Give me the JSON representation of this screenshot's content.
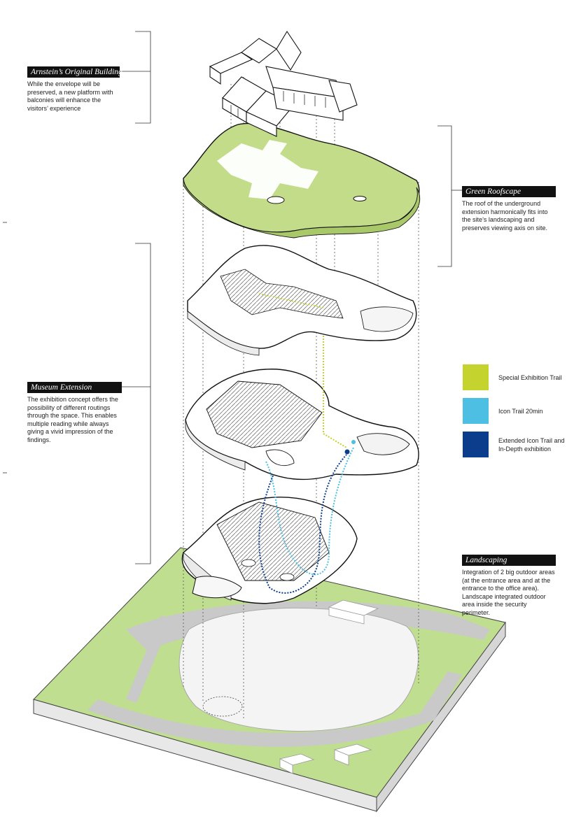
{
  "labels": {
    "original": {
      "title": "Arnstein’s Original Building",
      "text": "While the envelope will be preserved, a new platform with balconies will enhance the visitors’ experience"
    },
    "roofscape": {
      "title": "Green Roofscape",
      "text": "The roof of the underground extension harmonically fits into the site’s landscaping and preserves viewing axis on site."
    },
    "museum": {
      "title": "Museum Extension",
      "text": "The exhibition concept offers the possibility of different routings through the space. This enables multiple reading while always giving a vivid impression of the findings."
    },
    "landscaping": {
      "title": "Landscaping",
      "text": "Integration of 2 big outdoor areas (at the entrance area and at the entrance to the office area). Landscape integrated outdoor area inside the security perimeter."
    }
  },
  "legend": [
    {
      "label": "Special Exhibition Trail",
      "color": "#c5d32e"
    },
    {
      "label": "Icon Trail 20min",
      "color": "#4dbfe3"
    },
    {
      "label": "Extended Icon Trail and In-Depth exhibition",
      "color": "#0b3d8c"
    }
  ],
  "colors": {
    "green_roof": "#c3dc8a",
    "site_green": "#bfde8f",
    "road_grey": "#c9c9c9",
    "ink": "#222222"
  }
}
